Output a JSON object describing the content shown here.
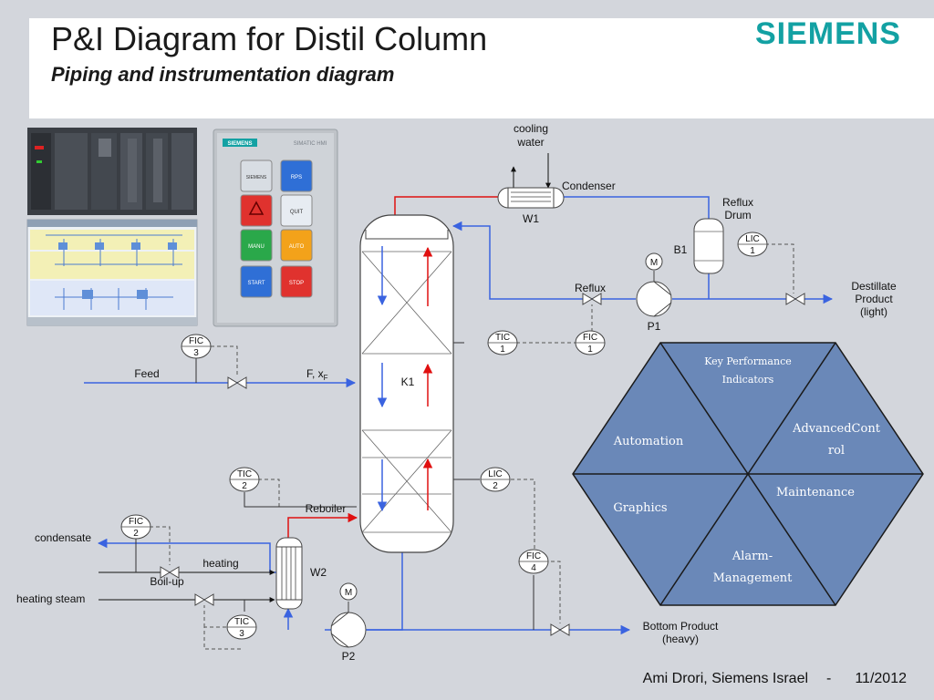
{
  "header": {
    "title": "P&I Diagram for Distil Column",
    "subtitle": "Piping and instrumentation diagram",
    "brand": "SIEMENS"
  },
  "hmi_panel": {
    "brand": "SIEMENS",
    "model": "SIMATIC HMI",
    "buttons": [
      {
        "label": "SIEMENS",
        "color": "#d8dde3"
      },
      {
        "label": "RPS",
        "color": "#2f6fd6"
      },
      {
        "label": "",
        "color": "#e0322e"
      },
      {
        "label": "QUIT",
        "color": "#e7ecf2"
      },
      {
        "label": "MANU",
        "color": "#2aa84a"
      },
      {
        "label": "AUTO",
        "color": "#f3a21a"
      },
      {
        "label": "START",
        "color": "#2f6fd6"
      },
      {
        "label": "STOP",
        "color": "#e0322e"
      }
    ]
  },
  "process": {
    "cooling_water": [
      "cooling",
      "water"
    ],
    "condenser": "Condenser",
    "condenser_id": "W1",
    "reflux_drum": [
      "Reflux",
      "Drum"
    ],
    "drum_id": "B1",
    "reflux": "Reflux",
    "pump1": "P1",
    "distillate": [
      "Destillate",
      "Product",
      "(light)"
    ],
    "feed": "Feed",
    "feed_spec_main": "F, x",
    "feed_spec_sub": "F",
    "column": "K1",
    "reboiler": "Reboiler",
    "condensate": "condensate",
    "heating": "heating",
    "boil_up": "Boil-up",
    "heating_steam": "heating steam",
    "reboiler_id": "W2",
    "pump2": "P2",
    "bottom_product": [
      "Bottom Product",
      "(heavy)"
    ],
    "motor": "M"
  },
  "instruments": {
    "lic1": [
      "LIC",
      "1"
    ],
    "tic1": [
      "TIC",
      "1"
    ],
    "fic1": [
      "FIC",
      "1"
    ],
    "fic3": [
      "FIC",
      "3"
    ],
    "tic2": [
      "TIC",
      "2"
    ],
    "lic2": [
      "LIC",
      "2"
    ],
    "fic2": [
      "FIC",
      "2"
    ],
    "fic4": [
      "FIC",
      "4"
    ],
    "tic3": [
      "TIC",
      "3"
    ]
  },
  "kpi": {
    "title": [
      "Key Performance",
      "Indicators"
    ],
    "advanced_control": [
      "AdvancedCont",
      "rol"
    ],
    "maintenance": "Maintenance",
    "alarm": [
      "Alarm-",
      "Management"
    ],
    "graphics": "Graphics",
    "automation": "Automation",
    "fill": "#6a88b8"
  },
  "footer": {
    "author": "Ami Drori, Siemens Israel",
    "separator": "-",
    "date": "11/2012"
  }
}
